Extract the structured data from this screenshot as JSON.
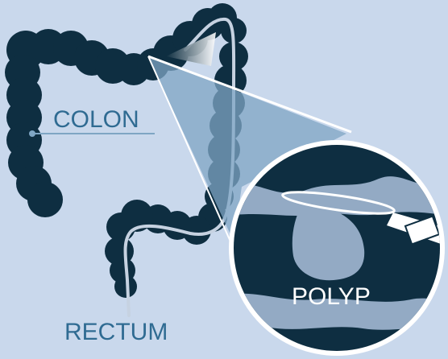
{
  "labels": {
    "colon": "COLON",
    "rectum": "RECTUM",
    "polyp": "POLYP"
  },
  "colors": {
    "background": "#c9d8ec",
    "colon_fill": "#0e2e41",
    "scope_line": "#c6d2e1",
    "magnifier_beam": "#7fa6c4",
    "lens_ring": "#ffffff",
    "lens_interior": "#0e2e41",
    "tissue": "#93aac4",
    "label_text": "#2f6b92"
  }
}
